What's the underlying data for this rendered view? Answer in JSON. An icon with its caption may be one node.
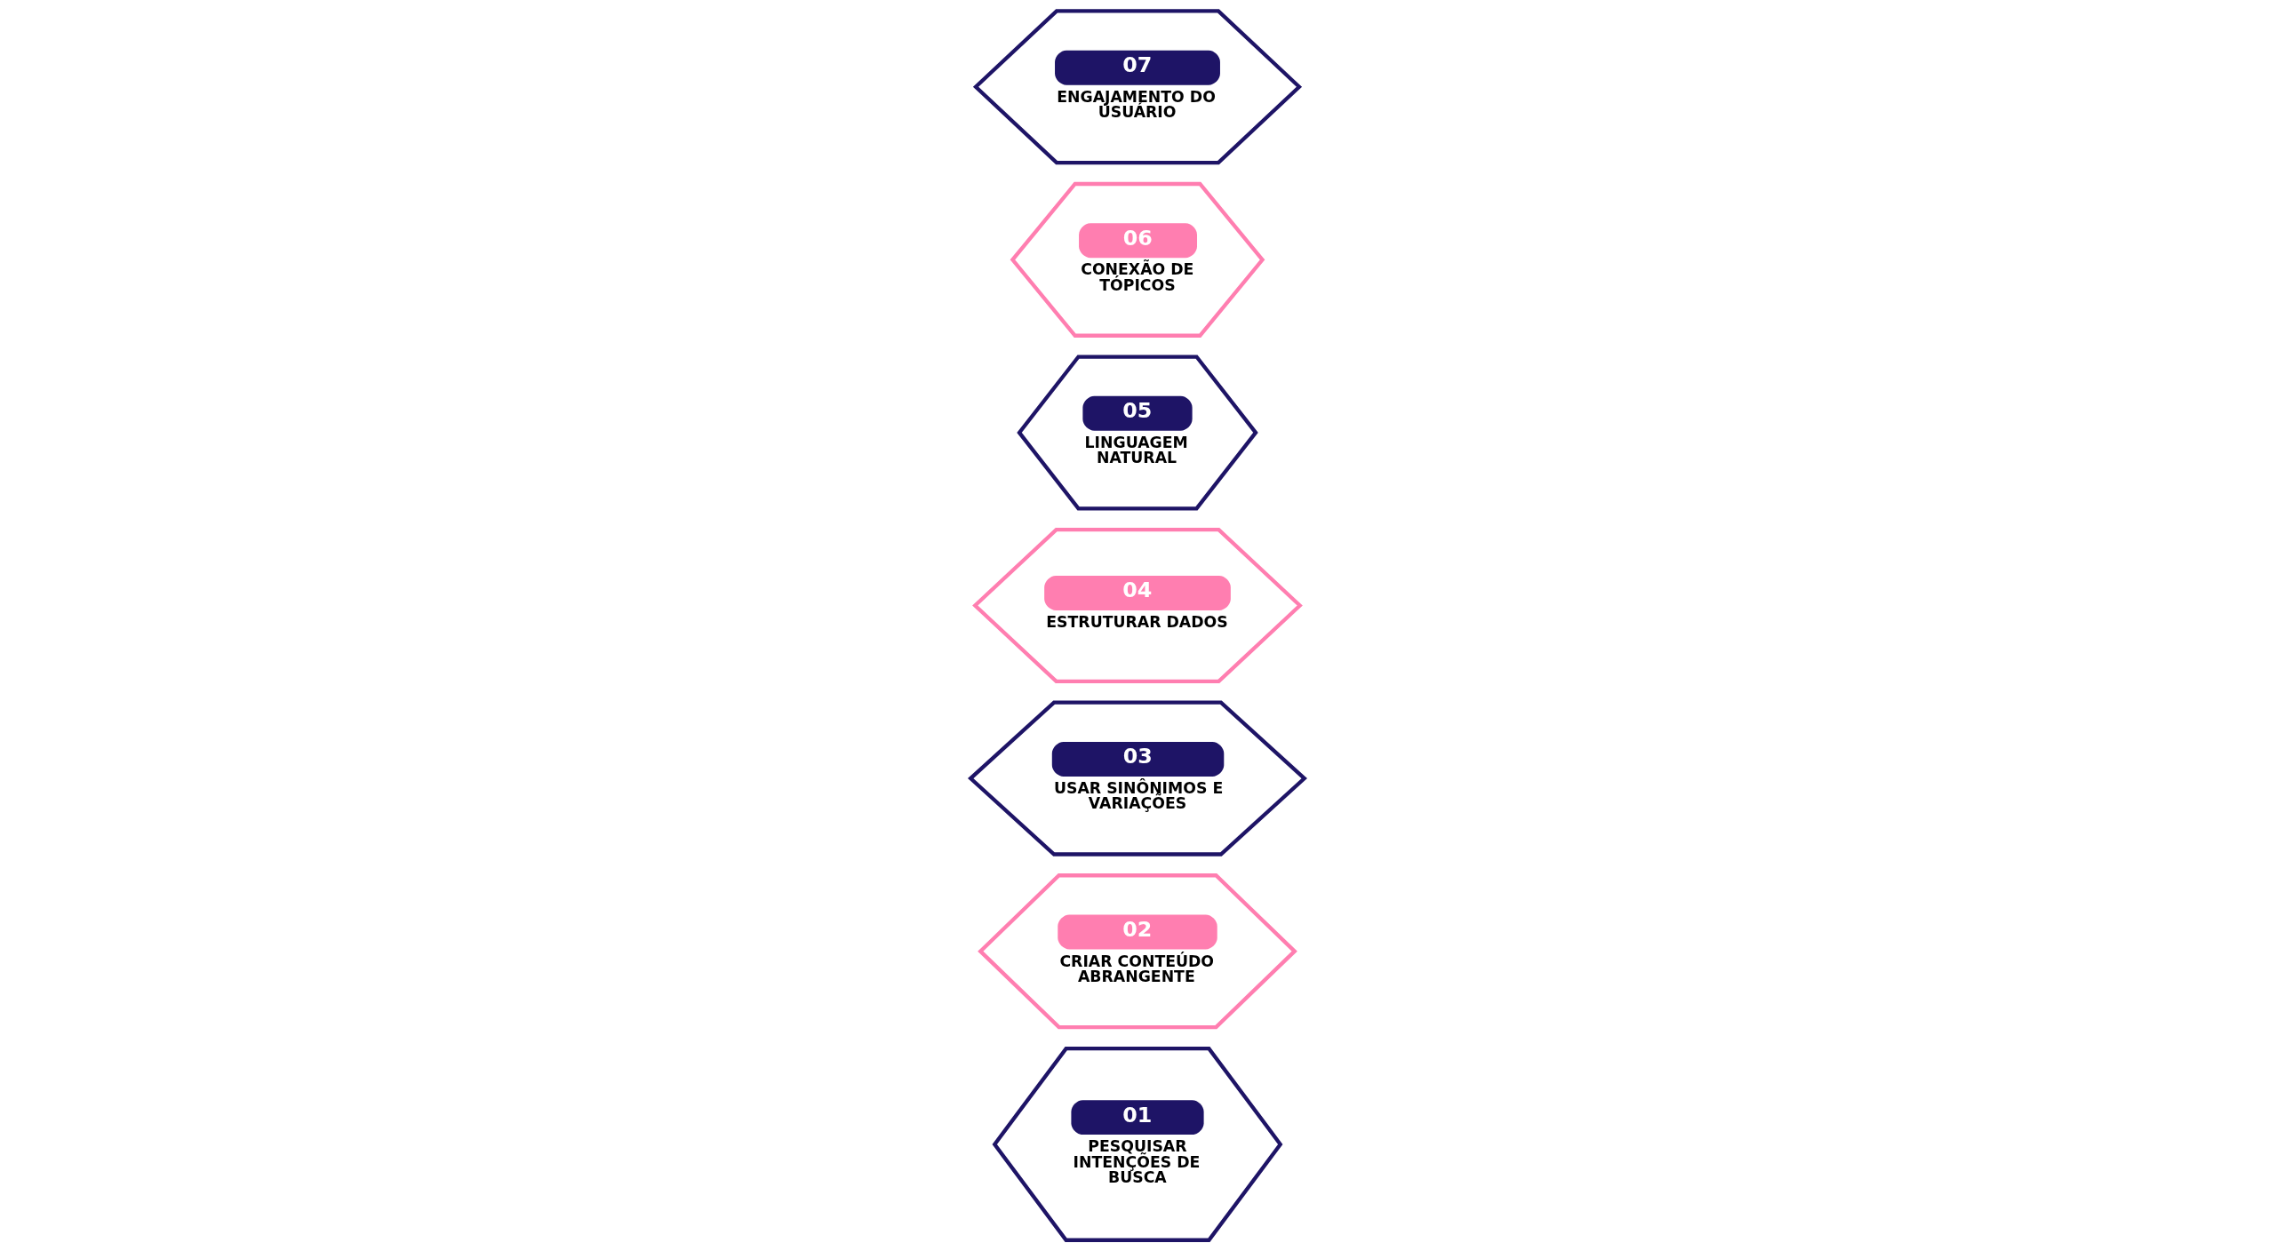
{
  "diagram": {
    "nodes": [
      {
        "text": [
          "01",
          "PESQUISAR INTENÇÕES DE BUSCA"
        ]
      },
      {
        "text": [
          "02",
          "CRIAR CONTEÚDO ABRANGENTE"
        ]
      },
      {
        "text": [
          "03",
          "USAR SINÔNIMOS E VARIAÇÕES"
        ]
      },
      {
        "text": [
          "04",
          "ESTRUTURAR DADOS"
        ]
      },
      {
        "text": [
          "05",
          "LINGUAGEM NATURAL"
        ]
      },
      {
        "text": [
          "06",
          "CONEXÃO DE TÓPICOS"
        ]
      },
      {
        "text": [
          "07",
          "ENGAJAMENTO DO USUÁRIO"
        ]
      }
    ]
  }
}
